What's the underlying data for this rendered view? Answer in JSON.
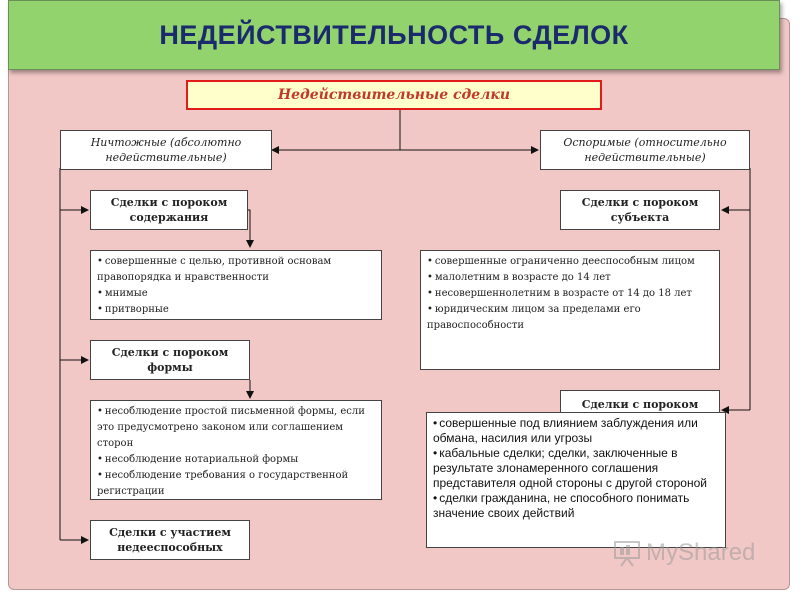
{
  "header": {
    "title": "НЕДЕЙСТВИТЕЛЬНОСТЬ  СДЕЛОК"
  },
  "main_box": {
    "label": "Недействительные  сделки"
  },
  "void_box": {
    "label": "Ничтожные (абсолютно недействительные)"
  },
  "voidable_box": {
    "label": "Оспоримые (относительно недействительные)"
  },
  "content_defect": {
    "label": "Сделки с пороком содержания",
    "items": [
      "совершенные с целью, противной основам правопорядка и нравственности",
      "мнимые",
      "притворные"
    ]
  },
  "form_defect": {
    "label": "Сделки с пороком формы",
    "items": [
      "несоблюдение простой письменной формы, если это предусмотрено законом или соглашением сторон",
      "несоблюдение нотариальной формы",
      "несоблюдение требования о государственной регистрации"
    ]
  },
  "incapable": {
    "label": "Сделки с участием недееспособных"
  },
  "subject_defect": {
    "label": "Сделки с пороком субъекта",
    "items": [
      "совершенные ограниченно дееспособным лицом",
      "малолетним в возрасте до 14 лет",
      "несовершеннолетним в возрасте от 14 до 18 лет",
      "юридическим лицом за пределами его правоспособности"
    ]
  },
  "will_defect": {
    "label": "Сделки с пороком",
    "items": [
      "совершенные под влиянием заблуждения или обмана, насилия или угрозы",
      "кабальные сделки; сделки, заключенные в результате злонамеренного соглашения представителя одной стороны с другой стороной",
      "сделки гражданина, не способного понимать значение своих действий"
    ]
  },
  "watermark": {
    "text": "MyShared"
  }
}
